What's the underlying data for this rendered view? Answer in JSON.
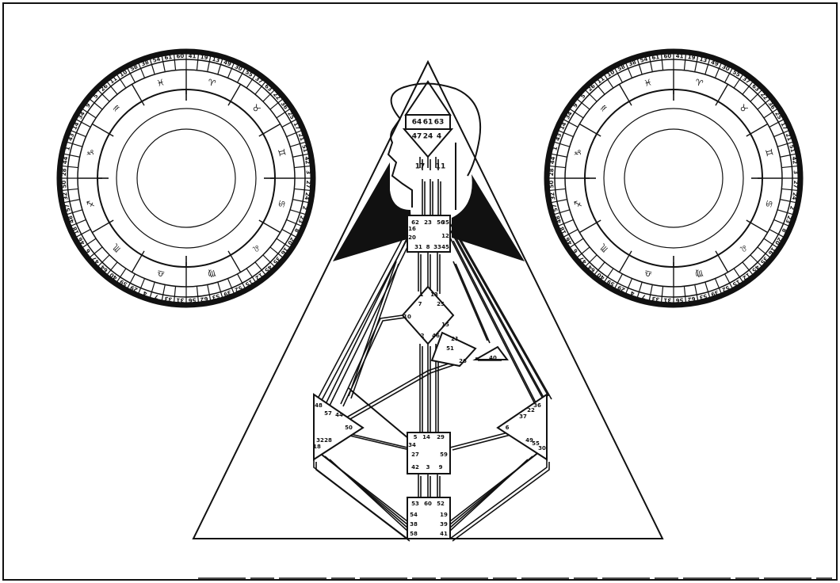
{
  "colors": {
    "ink": "#111111",
    "paper": "#ffffff"
  },
  "gate_ring_sequence": [
    "41",
    "19",
    "13",
    "49",
    "30",
    "55",
    "37",
    "63",
    "22",
    "36",
    "25",
    "17",
    "21",
    "51",
    "42",
    "3",
    "27",
    "24",
    "2",
    "23",
    "8",
    "20",
    "16",
    "35",
    "45",
    "12",
    "15",
    "52",
    "39",
    "53",
    "62",
    "56",
    "31",
    "33",
    "7",
    "4",
    "29",
    "59",
    "40",
    "64",
    "47",
    "6",
    "46",
    "18",
    "48",
    "57",
    "32",
    "50",
    "28",
    "44",
    "1",
    "43",
    "14",
    "34",
    "9",
    "5",
    "26",
    "11",
    "10",
    "58",
    "38",
    "54",
    "61",
    "60"
  ],
  "zodiac_icons": [
    "aries-icon",
    "taurus-icon",
    "gemini-icon",
    "cancer-icon",
    "leo-icon",
    "virgo-icon",
    "libra-icon",
    "scorpio-icon",
    "sagittarius-icon",
    "capricorn-icon",
    "aquarius-icon",
    "pisces-icon"
  ],
  "zodiac_glyphs": [
    "♈",
    "♉",
    "♊",
    "♋",
    "♌",
    "♍",
    "♎",
    "♏",
    "♐",
    "♑",
    "♒",
    "♓"
  ],
  "bodygraph": {
    "head": [
      "64",
      "61",
      "63"
    ],
    "ajna_top": [
      "47",
      "24",
      "4"
    ],
    "ajna_bottom": [
      "17",
      "11"
    ],
    "throat_top": [
      "62",
      "23",
      "56"
    ],
    "throat_right": [
      "35",
      "12",
      "45"
    ],
    "throat_left": [
      "16",
      "20",
      "31",
      "8",
      "33"
    ],
    "g_top": [
      "1",
      "13"
    ],
    "g_left": [
      "7",
      "10"
    ],
    "g_right": [
      "25",
      "15"
    ],
    "g_bottom": [
      "2",
      "46"
    ],
    "ego": [
      "21",
      "51",
      "26",
      "40"
    ],
    "spleen": [
      "48",
      "57",
      "44",
      "50",
      "32",
      "28",
      "18"
    ],
    "solar_plexus": [
      "36",
      "22",
      "37",
      "6",
      "49",
      "55",
      "30"
    ],
    "sacral": [
      "5",
      "14",
      "29",
      "34",
      "27",
      "59",
      "42",
      "3",
      "9"
    ],
    "root_top": [
      "53",
      "60",
      "52"
    ],
    "root_left": [
      "54",
      "38",
      "58"
    ],
    "root_right": [
      "19",
      "39",
      "41"
    ]
  }
}
